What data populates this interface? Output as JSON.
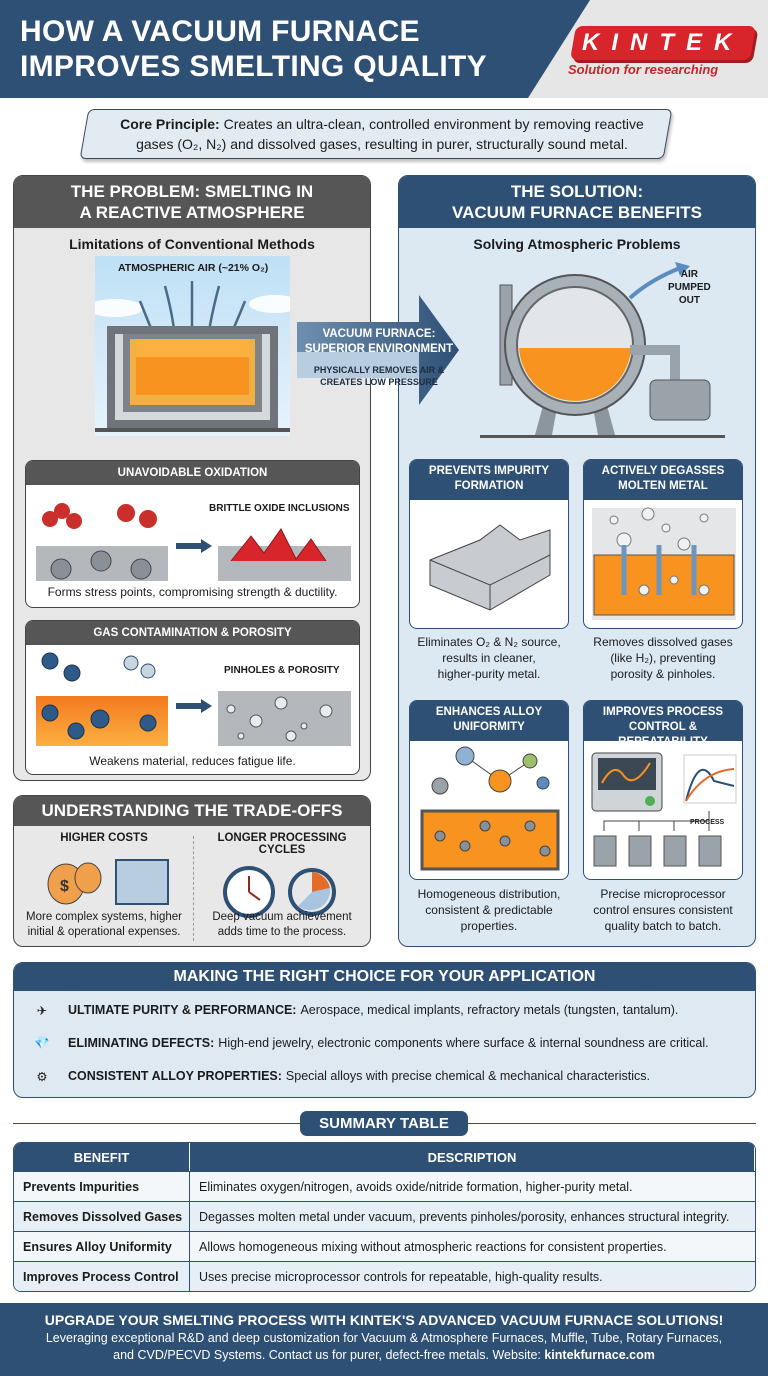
{
  "header": {
    "title_line1": "HOW A VACUUM FURNACE",
    "title_line2": "IMPROVES SMELTING QUALITY",
    "brand": "KINTEK",
    "brand_tagline": "Solution for researching",
    "colors": {
      "primary_blue": "#2e5075",
      "brand_red": "#d8242b",
      "dark_gray": "#565656",
      "molten_orange": "#f7931e"
    }
  },
  "core_principle": {
    "label": "Core Principle:",
    "text_line1": "Creates an ultra-clean, controlled environment by removing reactive",
    "text_line2": "gases (O₂, N₂) and dissolved gases, resulting in purer, structurally sound metal."
  },
  "problem": {
    "title_line1": "THE PROBLEM: SMELTING IN",
    "title_line2": "A REACTIVE ATMOSPHERE",
    "subtitle": "Limitations of Conventional Methods",
    "scene_label": "ATMOSPHERIC AIR (~21% O₂)",
    "oxidation": {
      "title": "UNAVOIDABLE OXIDATION",
      "label": "BRITTLE OXIDE INCLUSIONS",
      "caption": "Forms stress points, compromising strength & ductility."
    },
    "gas": {
      "title": "GAS CONTAMINATION & POROSITY",
      "label": "PINHOLES & POROSITY",
      "caption": "Weakens material, reduces fatigue life."
    }
  },
  "transition_arrow": {
    "title_line1": "VACUUM FURNACE:",
    "title_line2": "SUPERIOR ENVIRONMENT",
    "sub_line1": "PHYSICALLY REMOVES AIR &",
    "sub_line2": "CREATES LOW PRESSURE"
  },
  "solution": {
    "title_line1": "THE SOLUTION:",
    "title_line2": "VACUUM FURNACE BENEFITS",
    "subtitle": "Solving Atmospheric Problems",
    "air_label_line1": "AIR",
    "air_label_line2": "PUMPED",
    "air_label_line3": "OUT",
    "cards": [
      {
        "title_line1": "PREVENTS IMPURITY",
        "title_line2": "FORMATION",
        "cap_line1": "Eliminates O₂ & N₂ source,",
        "cap_line2": "results in cleaner,",
        "cap_line3": "higher-purity metal."
      },
      {
        "title_line1": "ACTIVELY DEGASSES",
        "title_line2": "MOLTEN METAL",
        "cap_line1": "Removes dissolved gases",
        "cap_line2": "(like H₂), preventing",
        "cap_line3": "porosity & pinholes."
      },
      {
        "title_line1": "ENHANCES ALLOY",
        "title_line2": "UNIFORMITY",
        "cap_line1": "Homogeneous distribution,",
        "cap_line2": "consistent & predictable",
        "cap_line3": "properties."
      },
      {
        "title_line1": "IMPROVES PROCESS",
        "title_line2": "CONTROL & REPEATABILITY",
        "cap_line1": "Precise microprocessor",
        "cap_line2": "control ensures consistent",
        "cap_line3": "quality batch to batch."
      }
    ],
    "graph_label": "PROCESS"
  },
  "tradeoffs": {
    "title": "UNDERSTANDING THE TRADE-OFFS",
    "costs": {
      "title": "HIGHER COSTS",
      "cap_line1": "More complex systems, higher",
      "cap_line2": "initial & operational expenses."
    },
    "cycles": {
      "title": "LONGER PROCESSING CYCLES",
      "cap_line1": "Deep vacuum achievement",
      "cap_line2": "adds time to the process."
    }
  },
  "choice": {
    "title": "MAKING THE RIGHT CHOICE FOR YOUR APPLICATION",
    "items": [
      {
        "icon": "airplane-icon",
        "label": "ULTIMATE PURITY & PERFORMANCE:",
        "text": "Aerospace, medical implants, refractory metals (tungsten, tantalum)."
      },
      {
        "icon": "diamond-icon",
        "label": "ELIMINATING DEFECTS:",
        "text": "High-end jewelry, electronic components where surface & internal soundness are critical."
      },
      {
        "icon": "gear-icon",
        "label": "CONSISTENT ALLOY PROPERTIES:",
        "text": "Special alloys with precise chemical & mechanical characteristics."
      }
    ]
  },
  "summary": {
    "title": "SUMMARY TABLE",
    "headers": [
      "BENEFIT",
      "DESCRIPTION"
    ],
    "rows": [
      {
        "benefit": "Prevents Impurities",
        "description": "Eliminates oxygen/nitrogen, avoids oxide/nitride formation, higher-purity metal."
      },
      {
        "benefit": "Removes Dissolved Gases",
        "description": "Degasses molten metal under vacuum, prevents pinholes/porosity, enhances structural integrity."
      },
      {
        "benefit": "Ensures Alloy Uniformity",
        "description": "Allows homogeneous mixing without atmospheric reactions for consistent properties."
      },
      {
        "benefit": "Improves Process Control",
        "description": "Uses precise microprocessor controls for repeatable, high-quality results."
      }
    ]
  },
  "footer": {
    "headline": "UPGRADE YOUR SMELTING PROCESS WITH KINTEK'S ADVANCED VACUUM FURNACE SOLUTIONS!",
    "line1": "Leveraging exceptional R&D and deep customization for Vacuum & Atmosphere Furnaces, Muffle, Tube, Rotary Furnaces,",
    "line2": "and CVD/PECVD Systems. Contact us for purer, defect-free metals. Website:",
    "website": "kintekfurnace.com"
  }
}
